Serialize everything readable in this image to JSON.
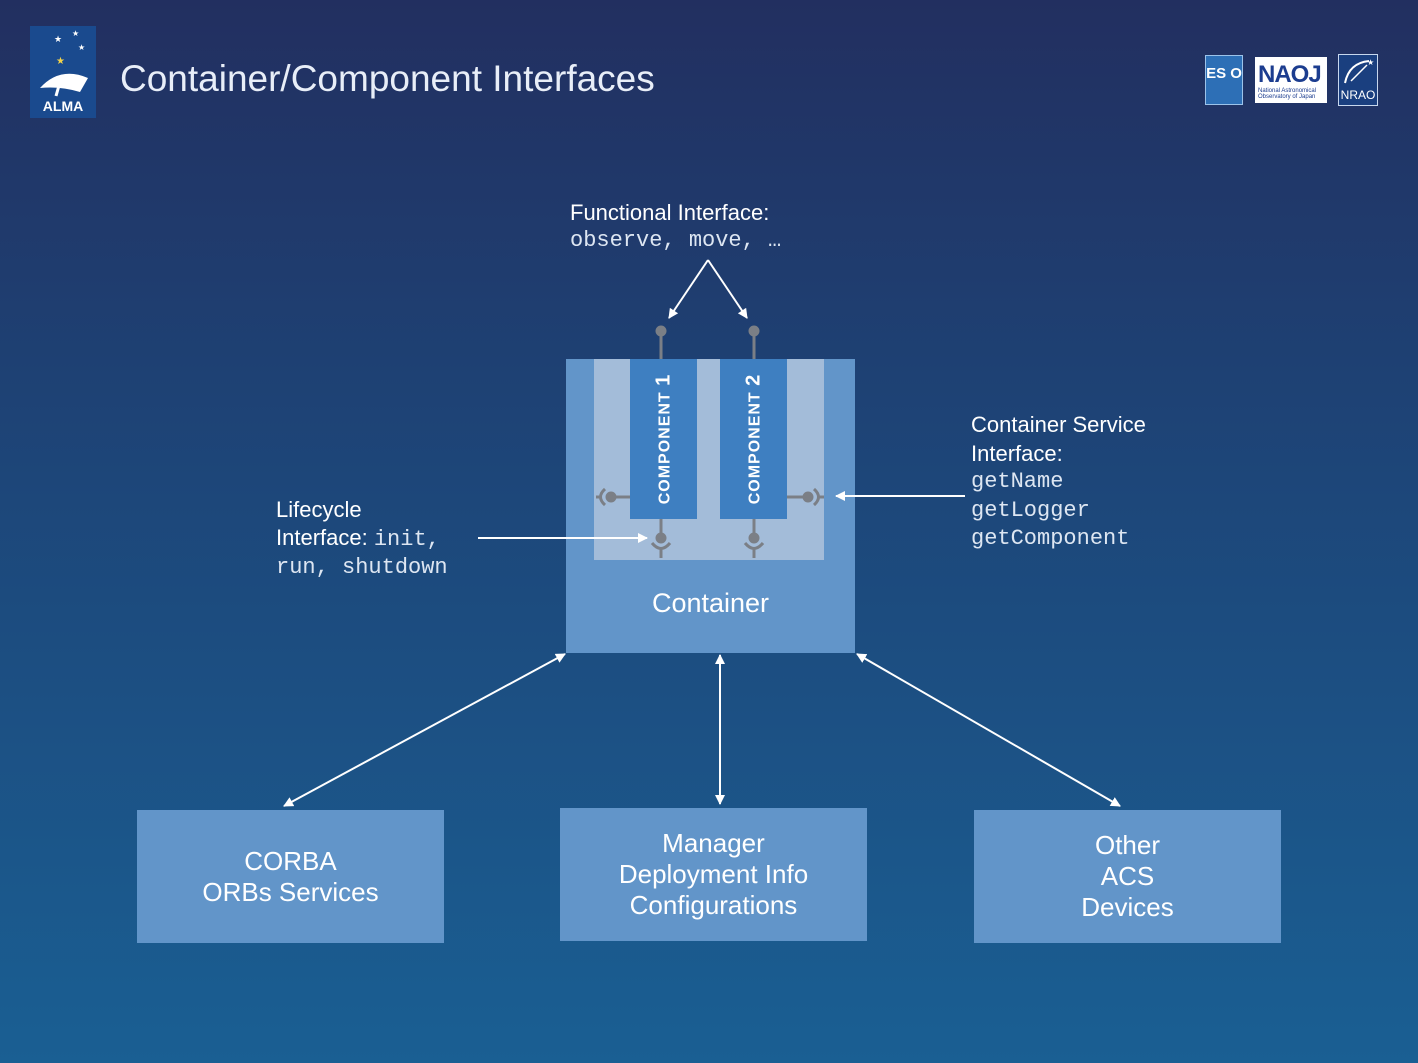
{
  "header": {
    "title": "Container/Component Interfaces",
    "logos": {
      "alma": "ALMA",
      "eso": "ES O",
      "naoj": "NAOJ",
      "naoj_sub": "National Astronomical Observatory of Japan",
      "nrao": "NRAO"
    }
  },
  "functional": {
    "heading": "Functional Interface:",
    "methods": "observe, move, …"
  },
  "service": {
    "heading1": "Container Service",
    "heading2": "Interface:",
    "method1": "getName",
    "method2": "getLogger",
    "method3": "getComponent"
  },
  "lifecycle": {
    "heading1": "Lifecycle",
    "heading2": "Interface:",
    "method1": "init,",
    "method2": "run, shutdown"
  },
  "container": {
    "label": "Container",
    "component1": "COMPONENT",
    "component1_num": "1",
    "component2": "COMPONENT",
    "component2_num": "2"
  },
  "boxes": {
    "corba": [
      "CORBA",
      "ORBs Services"
    ],
    "manager": [
      "Manager",
      "Deployment Info",
      "Configurations"
    ],
    "acs": [
      "Other",
      "ACS",
      "Devices"
    ]
  },
  "colors": {
    "box_fill": "#6295c9",
    "inner_fill": "#a3bcd9",
    "component_fill": "#3e7fc1",
    "connector": "#7b7f86"
  }
}
